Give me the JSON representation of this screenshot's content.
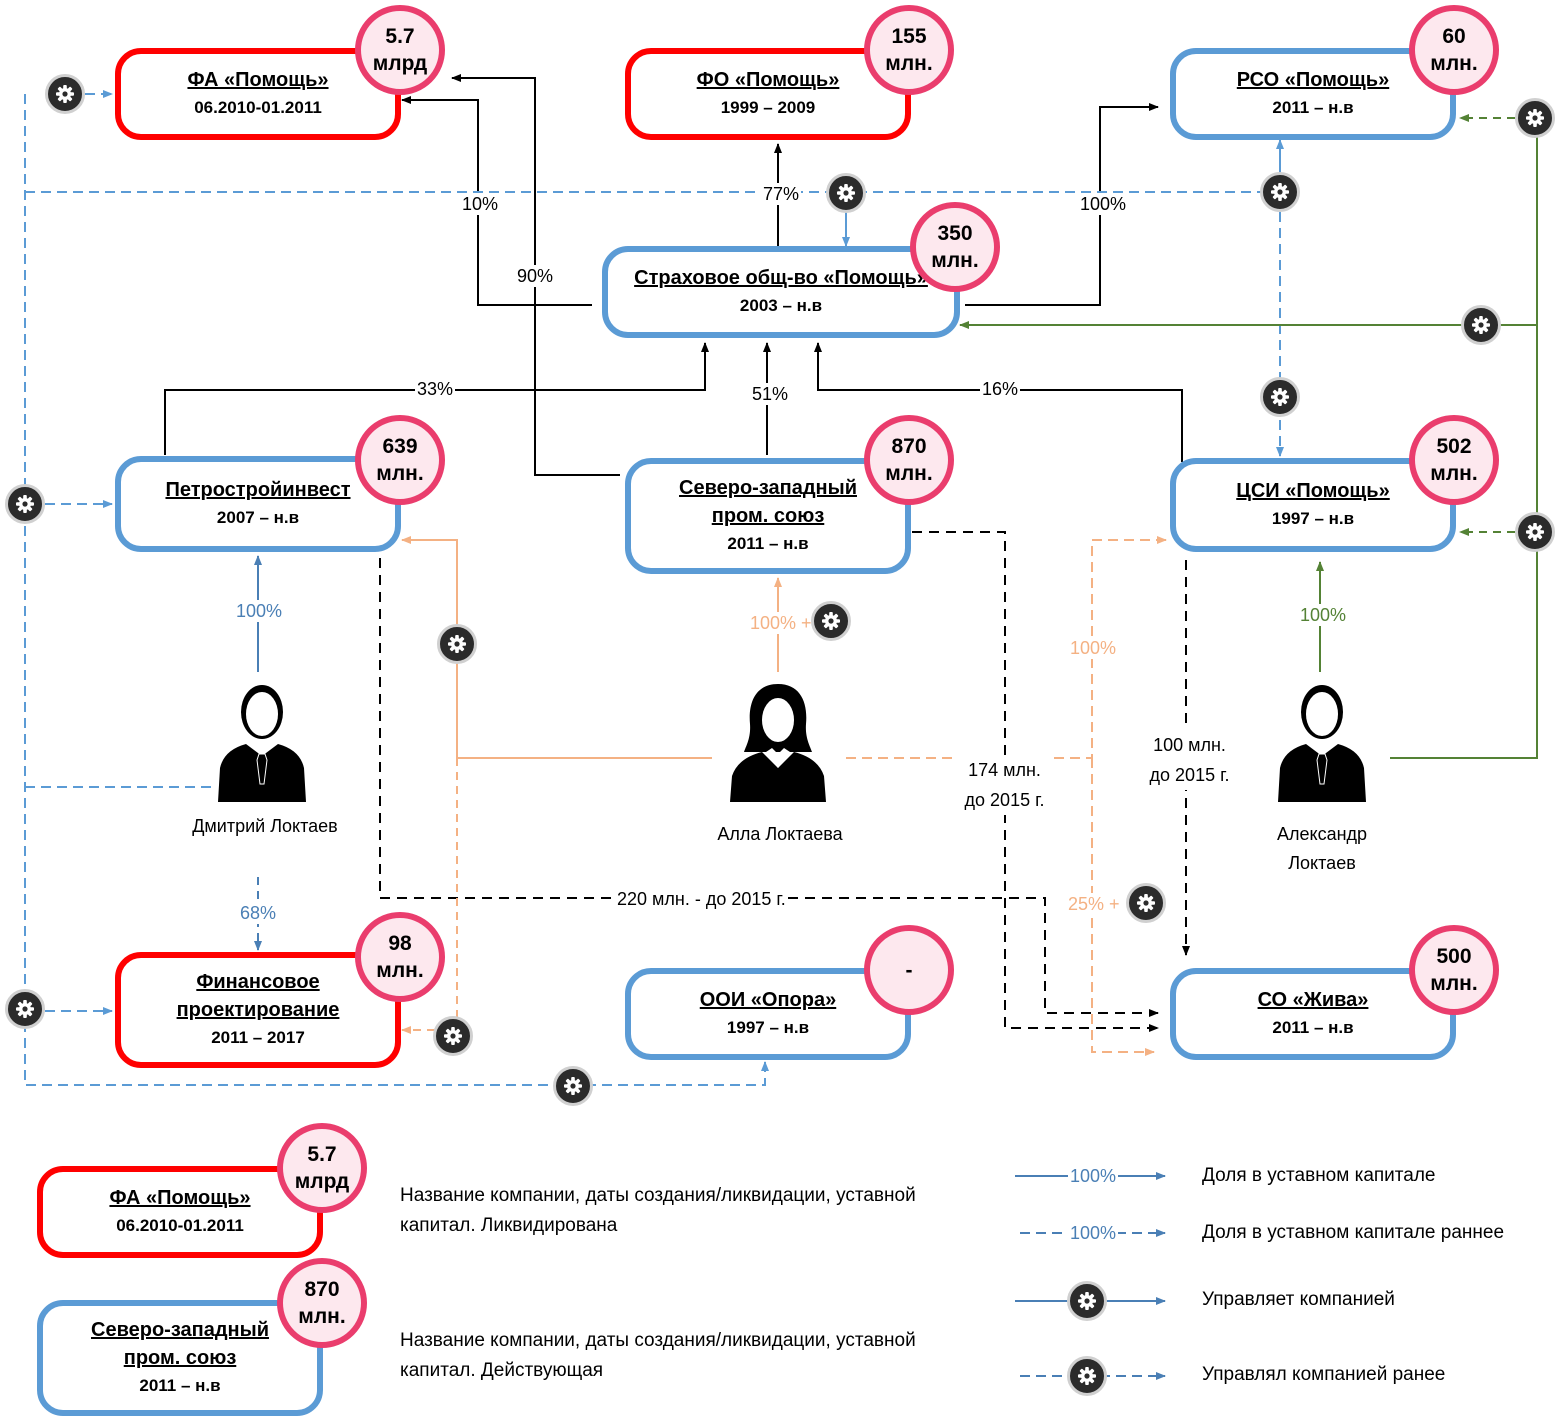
{
  "companies": {
    "fa": {
      "name": "ФА «Помощь»",
      "dates": "06.2010-01.2011",
      "capital": "5.7 млрд"
    },
    "fo": {
      "name": "ФО «Помощь»",
      "dates": "1999 – 2009",
      "capital": "155 млн."
    },
    "rso": {
      "name": "РСО «Помощь»",
      "dates": "2011 – н.в",
      "capital": "60 млн."
    },
    "insurance": {
      "name": "Страховое общ-во «Помощь»",
      "dates": "2003 – н.в",
      "capital": "350 млн."
    },
    "petro": {
      "name": "Петростройинвест",
      "dates": "2007 – н.в",
      "capital": "639 млн."
    },
    "szps": {
      "name": "Северо-западный пром. союз",
      "dates": "2011 – н.в",
      "capital": "870 млн."
    },
    "csi": {
      "name": "ЦСИ «Помощь»",
      "dates": "1997 – н.в",
      "capital": "502 млн."
    },
    "finproj": {
      "name": "Финансовое проектирование",
      "dates": "2011 – 2017",
      "capital": "98 млн."
    },
    "ooi": {
      "name": "ООИ «Опора»",
      "dates": "1997 – н.в",
      "capital": "-"
    },
    "so": {
      "name": "СО «Жива»",
      "dates": "2011 – н.в",
      "capital": "500 млн."
    }
  },
  "people": {
    "dmitry": "Дмитрий Локтаев",
    "alla": "Алла Локтаева",
    "alexander": "Александр Локтаев"
  },
  "labels": {
    "p10": "10%",
    "p90": "90%",
    "p77": "77%",
    "p100_rso": "100%",
    "p33": "33%",
    "p51": "51%",
    "p16": "16%",
    "p100_dmitry": "100%",
    "p100_alla": "100% +",
    "p100_alla_csi": "100%",
    "p100_alex": "100%",
    "p68": "68%",
    "p25": "25% +",
    "loan_174": "174 млн. до 2015 г.",
    "loan_100": "100 млн. до 2015 г.",
    "loan_220": "220 млн. - до 2015 г."
  },
  "legend": {
    "liquidated": {
      "name": "ФА «Помощь»",
      "dates": "06.2010-01.2011",
      "capital": "5.7 млрд",
      "desc": "Название компании, даты создания/ликвидации, уставной капитал. Ликвидирована"
    },
    "active": {
      "name": "Северо-западный пром. союз",
      "dates": "2011 – н.в",
      "capital": "870 млн.",
      "desc": "Название компании, даты создания/ликвидации, уставной капитал. Действующая"
    },
    "share_label": "100%",
    "share_past_label": "100%",
    "share": "Доля в уставном капитале",
    "share_past": "Доля в уставном капитале раннее",
    "manage": "Управляет компанией",
    "manage_past": "Управлял компанией ранее"
  },
  "colors": {
    "liquidated_border": "#ff0000",
    "active_border": "#5b9bd5",
    "capital_circle": "#ea3d6d",
    "capital_fill": "#fde8ee",
    "alla_lines": "#f4b183",
    "alexander_lines": "#548235",
    "dmitry_lines": "#5b9bd5",
    "loan_lines": "#000000"
  },
  "icons": {
    "manage": "gear-icon",
    "person": "person-icon"
  }
}
